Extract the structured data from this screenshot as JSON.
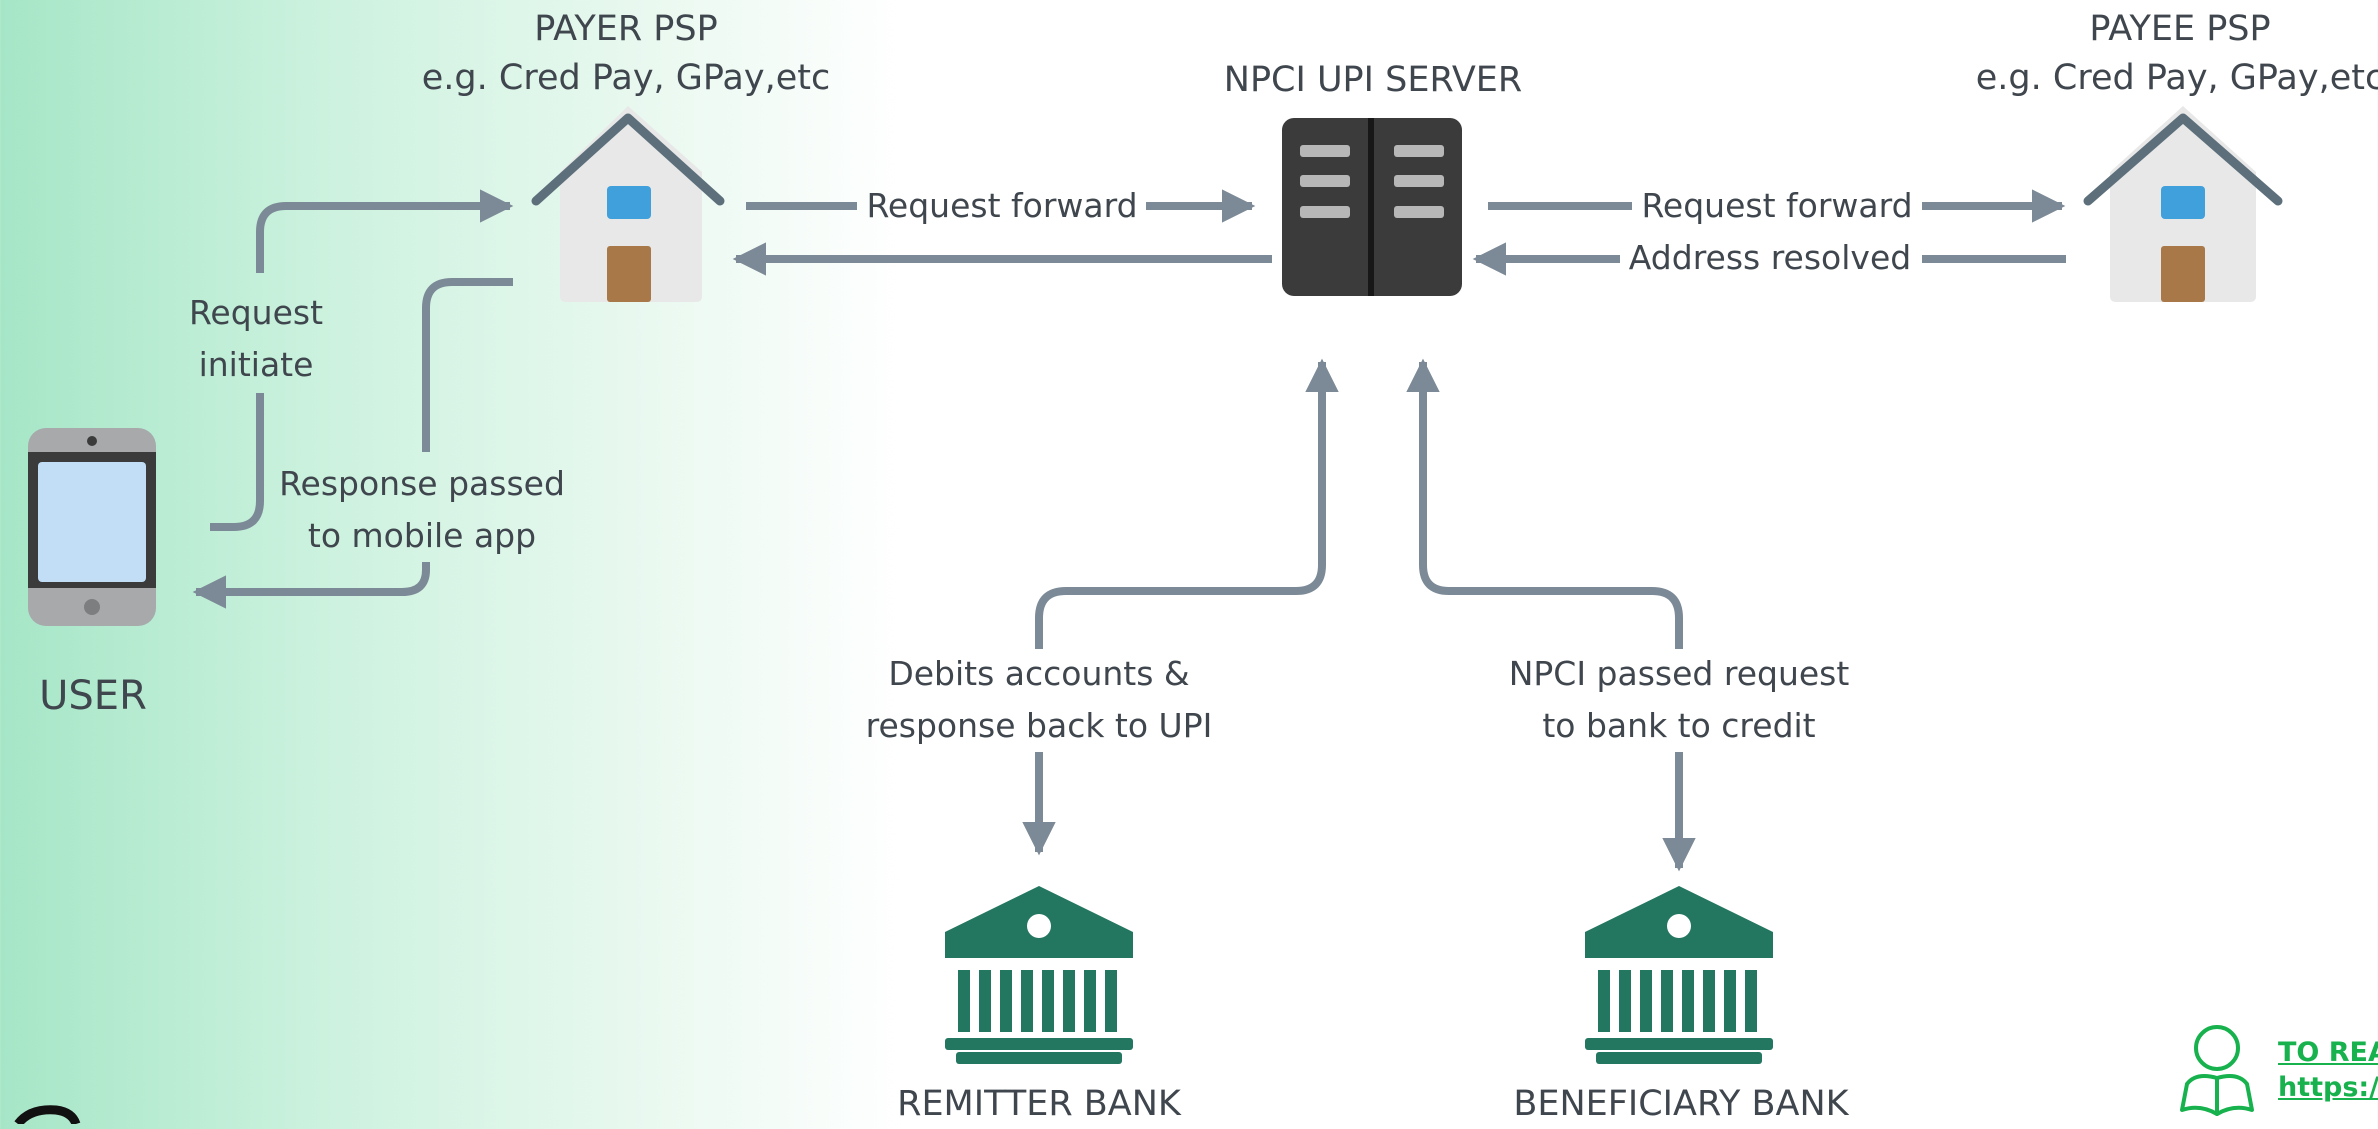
{
  "nodes": {
    "payer_psp": {
      "title": "PAYER PSP",
      "subtitle": "e.g. Cred Pay, GPay,etc"
    },
    "npci_server": {
      "title": "NPCI UPI SERVER"
    },
    "payee_psp": {
      "title": "PAYEE PSP",
      "subtitle": "e.g. Cred Pay, GPay,etc"
    },
    "user": {
      "title": "USER"
    },
    "remitter_bank": {
      "title": "REMITTER BANK"
    },
    "beneficiary_bank": {
      "title": "BENEFICIARY BANK"
    }
  },
  "flows": {
    "request_initiate": [
      "Request",
      "initiate"
    ],
    "response_passed": [
      "Response passed",
      "to mobile app"
    ],
    "payer_request_forward": "Request forward",
    "payee_request_forward": "Request forward",
    "address_resolved": "Address resolved",
    "debits_accounts": [
      "Debits accounts &",
      "response back to UPI"
    ],
    "npci_passed_request": [
      "NPCI passed request",
      "to bank to credit"
    ]
  },
  "read_more": {
    "line1": "TO REA",
    "line2": "https:/"
  },
  "colors": {
    "arrow": "#7c8a97",
    "bank": "#23765f",
    "server": "#3b3b3b",
    "house_wall": "#e8e8e8",
    "house_roof": "#5c6f7b",
    "window": "#3fa0db",
    "door": "#a87849",
    "accent_green": "#17b24e"
  }
}
